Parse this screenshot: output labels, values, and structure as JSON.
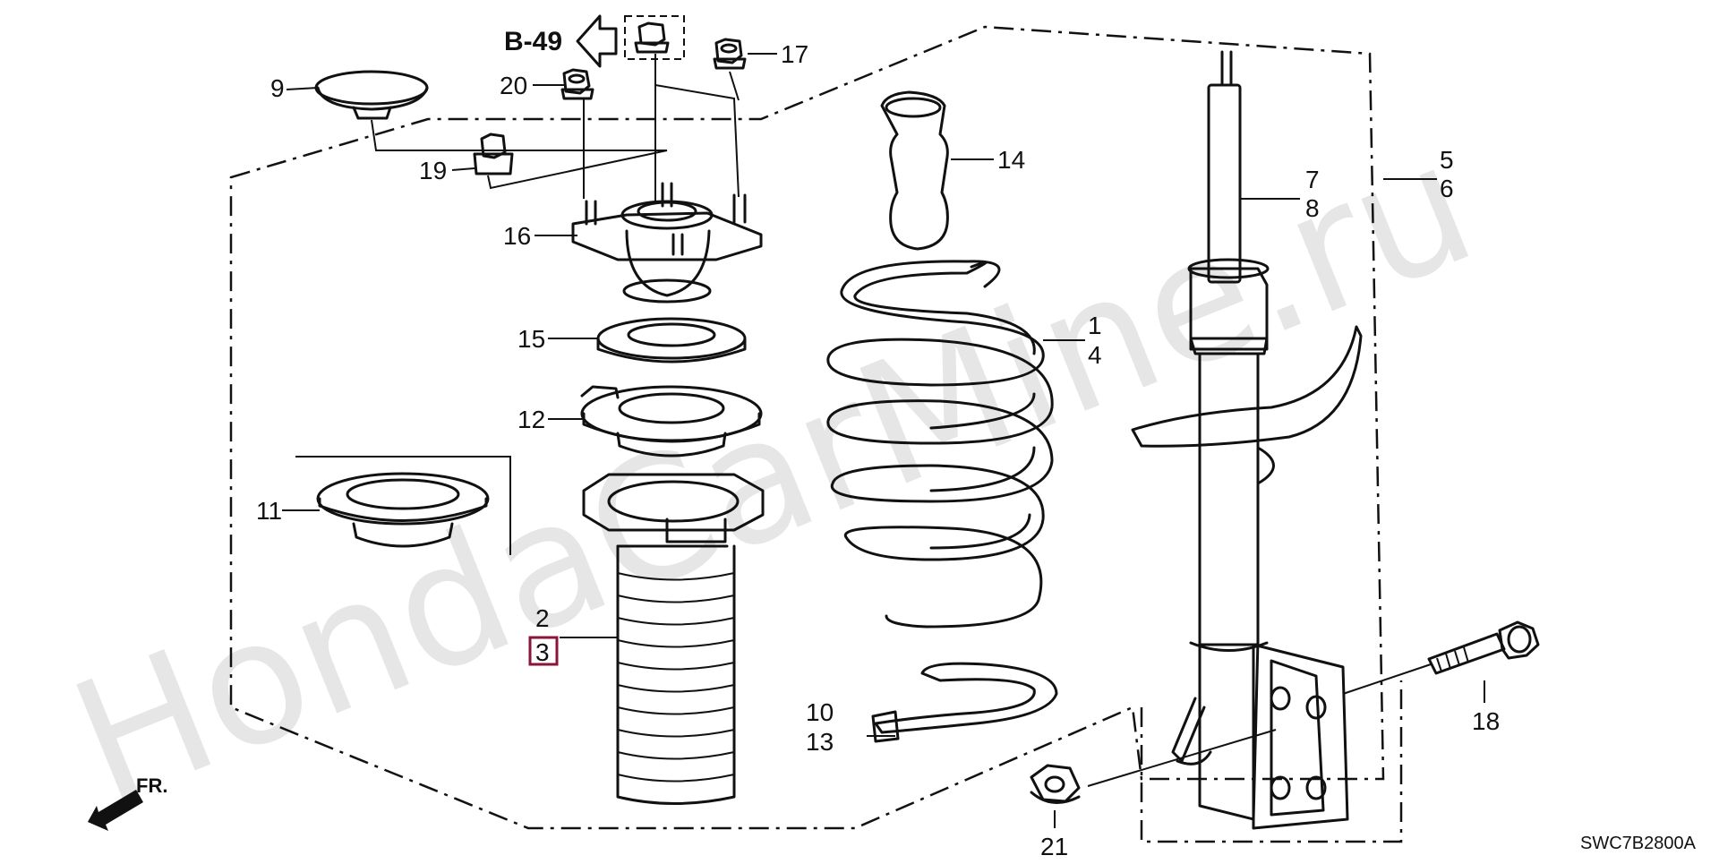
{
  "diagram": {
    "reference": "B-49",
    "drawing_code": "SWC7B2800A",
    "direction_label": "FR.",
    "watermark": "HondaCarMine.ru",
    "highlighted_callout": "3",
    "callouts": {
      "c1": "1",
      "c2": "2",
      "c3": "3",
      "c4": "4",
      "c5": "5",
      "c6": "6",
      "c7": "7",
      "c8": "8",
      "c9": "9",
      "c10": "10",
      "c11": "11",
      "c12": "12",
      "c13": "13",
      "c14": "14",
      "c15": "15",
      "c16": "16",
      "c17": "17",
      "c18": "18",
      "c19": "19",
      "c20": "20",
      "c21": "21"
    },
    "colors": {
      "line": "#111111",
      "highlight": "#8a1538",
      "watermark": "#e6e6e6",
      "background": "#ffffff"
    }
  }
}
